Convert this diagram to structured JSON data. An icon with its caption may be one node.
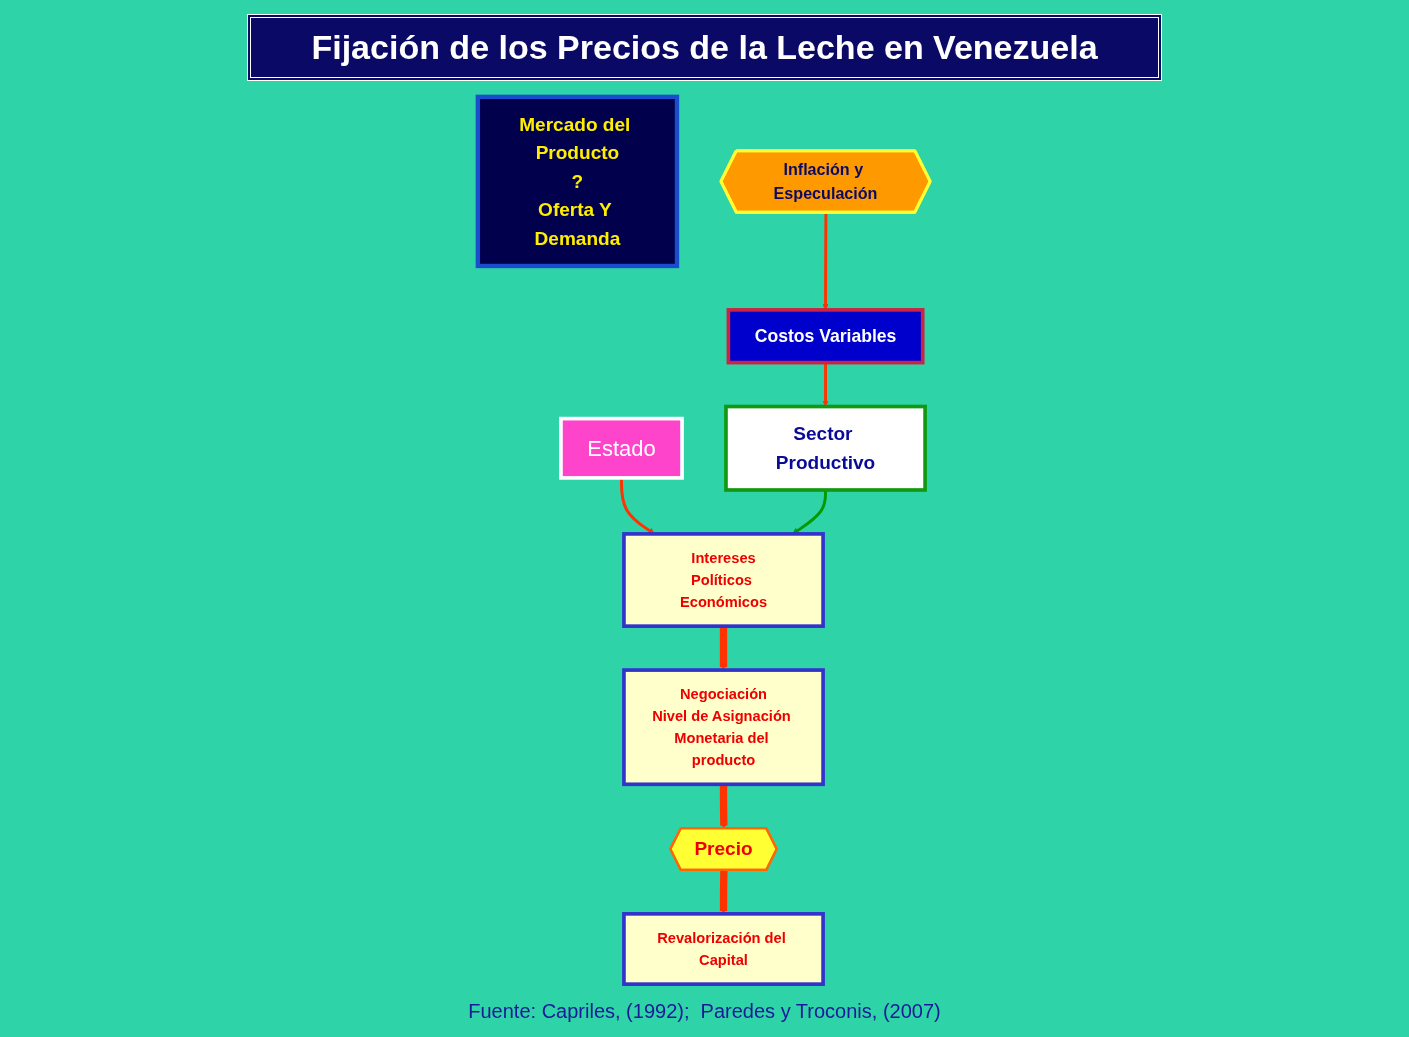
{
  "diagram": {
    "title": "Fijación de los Precios de la Leche en Venezuela",
    "caption": "Fuente: Capriles, (1992);  Paredes y Troconis, (2007)",
    "nodes": [
      {
        "text": [
          "Estado"
        ]
      },
      {
        "text": [
          "Sector Productivo"
        ]
      },
      {
        "text": [
          "Intereses",
          "Políticos Económicos"
        ]
      },
      {
        "text": [
          "Negociación",
          "Nivel de Asignación Monetaria del producto"
        ]
      },
      {
        "text": [
          "Precio"
        ]
      },
      {
        "text": [
          "Revalorización del Capital"
        ]
      },
      {
        "text": [
          "Mercado del Producto",
          "?",
          "Oferta Y Demanda"
        ]
      },
      {
        "text": [
          "Inflación y Especulación"
        ]
      },
      {
        "text": [
          "Costos Variables"
        ]
      }
    ],
    "edges": [
      {
        "from": 0,
        "to": 2,
        "arrow": "to"
      },
      {
        "from": 1,
        "to": 2,
        "arrow": "to",
        "color": "#009900"
      },
      {
        "from": 2,
        "to": 3,
        "arrow": "to",
        "style": "thick"
      },
      {
        "from": 3,
        "to": 4,
        "arrow": "to",
        "style": "thick"
      },
      {
        "from": 4,
        "to": 5,
        "arrow": "to",
        "style": "thick"
      },
      {
        "from": 7,
        "to": 8,
        "arrow": "to"
      },
      {
        "from": 8,
        "to": 1,
        "arrow": "to"
      }
    ]
  }
}
